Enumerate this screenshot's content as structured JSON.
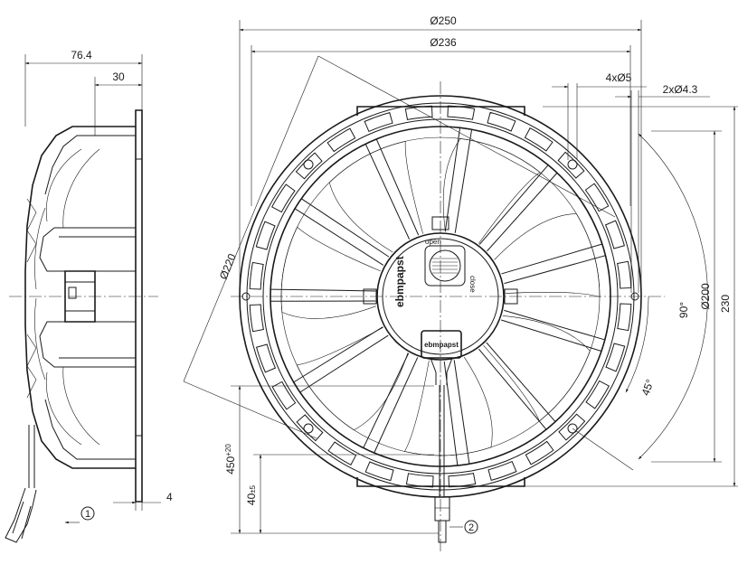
{
  "dimensions": {
    "side_depth": "76.4",
    "side_inner": "30",
    "flange": "4",
    "outer_dia": "Ø250",
    "inner_dia": "Ø236",
    "circle_dia": "Ø220",
    "holes_large": "4xØ5",
    "holes_small": "2xØ4.3",
    "hole_spacing": "Ø200",
    "total_height": "230",
    "angle_90": "90°",
    "angle_45": "45°",
    "cable_length": "450",
    "cable_length_tol": "+20",
    "strip_length": "40",
    "strip_length_tol": "±5"
  },
  "callouts": {
    "view_1": "1",
    "view_2": "2"
  },
  "labels": {
    "brand": "ebmpapst",
    "brand_small": "ebmpapst",
    "open": "open",
    "close": "close"
  }
}
